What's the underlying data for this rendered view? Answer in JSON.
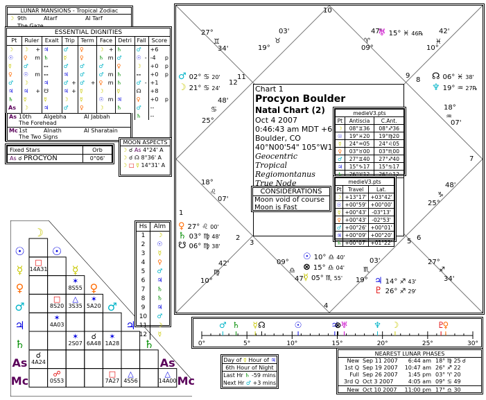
{
  "lunar_mansions": {
    "title": "LUNAR MANSIONS - Tropical Zodiac",
    "moon": {
      "glyph": "☽",
      "number": "9th",
      "name": "Atarf",
      "arabic": "Al Tarf",
      "meaning": "The Gaze"
    },
    "asc": {
      "glyph": "As",
      "number": "10th",
      "name": "Algebha",
      "arabic": "Al Jabbah",
      "meaning": "The Forehead"
    },
    "mc": {
      "glyph": "Mc",
      "number": "1st",
      "name": "Alnath",
      "arabic": "Al Sharatain",
      "meaning": "The Two Signs"
    }
  },
  "essential_dignities": {
    "title": "ESSENTIAL DIGNITIES",
    "headers": [
      "Pt",
      "Ruler",
      "Exalt",
      "Trip",
      "Term",
      "Face",
      "Detri",
      "Fall",
      "Score"
    ],
    "rows": [
      {
        "pt": "☽",
        "pt_c": "c-moon",
        "ruler": "☽",
        "ruler_c": "c-moon",
        "ruler_m": "+",
        "exalt": "♃",
        "exalt_c": "c-jup",
        "exalt_m": "",
        "trip": "♂",
        "trip_c": "c-mars",
        "trip_m": "",
        "term": "♀",
        "term_c": "c-ven",
        "term_m": "",
        "face": "☽",
        "face_c": "c-moon",
        "face_m": "+",
        "detri": "♄",
        "detri_c": "c-sat",
        "fall": "♂",
        "fall_c": "c-mars",
        "fall_m": "",
        "score": "+6",
        "p": ""
      },
      {
        "pt": "☉",
        "pt_c": "c-sun",
        "ruler": "♀",
        "ruler_c": "c-ven",
        "ruler_m": "m",
        "exalt": "♄",
        "exalt_c": "c-sat",
        "exalt_m": "",
        "trip": "☿",
        "trip_c": "c-merc",
        "trip_m": "",
        "term": "♀",
        "term_c": "c-ven",
        "term_m": "",
        "face": "♄",
        "face_c": "c-sat",
        "face_m": "m",
        "detri": "♂",
        "detri_c": "c-mars",
        "fall": "☉",
        "fall_c": "c-sun",
        "fall_m": "-",
        "score": "-4",
        "p": "p"
      },
      {
        "pt": "☿",
        "pt_c": "c-merc",
        "ruler": "♂",
        "ruler_c": "c-mars",
        "ruler_m": "",
        "exalt": "--",
        "exalt_c": "",
        "exalt_m": "",
        "trip": "♂",
        "trip_c": "c-mars",
        "trip_m": "",
        "term": "♂",
        "term_c": "c-mars",
        "term_m": "",
        "face": "♂",
        "face_c": "c-mars",
        "face_m": "",
        "detri": "♀",
        "detri_c": "c-ven",
        "fall": "☽",
        "fall_c": "c-moon",
        "fall_m": "",
        "score": "+0",
        "p": "p"
      },
      {
        "pt": "♀",
        "pt_c": "c-ven",
        "ruler": "☉",
        "ruler_c": "c-sun",
        "ruler_m": "m",
        "exalt": "--",
        "exalt_c": "",
        "exalt_m": "",
        "trip": "♃",
        "trip_c": "c-jup",
        "trip_m": "",
        "term": "♂",
        "term_c": "c-mars",
        "term_m": "",
        "face": "♂",
        "face_c": "c-mars",
        "face_m": "m",
        "detri": "♄",
        "detri_c": "c-sat",
        "fall": "--",
        "fall_c": "",
        "fall_m": "",
        "score": "+0",
        "p": "p"
      },
      {
        "pt": "♂",
        "pt_c": "c-mars",
        "ruler": "☽",
        "ruler_c": "c-moon",
        "ruler_m": "",
        "exalt": "♃",
        "exalt_c": "c-jup",
        "exalt_m": "",
        "trip": "♂",
        "trip_c": "c-mars",
        "trip_m": "+",
        "term": "♂",
        "term_c": "c-mars",
        "term_m": "+",
        "face": "♀",
        "face_c": "c-ven",
        "face_m": "m",
        "detri": "♄",
        "detri_c": "c-sat",
        "fall": "♂",
        "fall_c": "c-mars",
        "fall_m": "-",
        "score": "+1",
        "p": ""
      },
      {
        "pt": "♃",
        "pt_c": "c-jup",
        "ruler": "♃",
        "ruler_c": "c-jup",
        "ruler_m": "+",
        "exalt": "☋",
        "exalt_c": "c-node",
        "exalt_m": "",
        "trip": "♃",
        "trip_c": "c-jup",
        "trip_m": "+",
        "term": "☿",
        "term_c": "c-merc",
        "term_m": "",
        "face": "☽",
        "face_c": "c-moon",
        "face_m": "",
        "detri": "☿",
        "detri_c": "c-merc",
        "fall": "☊",
        "fall_c": "c-node",
        "fall_m": "",
        "score": "+8",
        "p": ""
      },
      {
        "pt": "♄",
        "pt_c": "c-sat",
        "ruler": "☿",
        "ruler_c": "c-merc",
        "ruler_m": "",
        "exalt": "☿",
        "exalt_c": "c-merc",
        "exalt_m": "",
        "trip": "☽",
        "trip_c": "c-moon",
        "trip_m": "",
        "term": "☿",
        "term_c": "c-merc",
        "term_m": "",
        "face": "☉",
        "face_c": "c-sun",
        "face_m": "m",
        "detri": "♃",
        "detri_c": "c-jup",
        "fall": "♀",
        "fall_c": "c-ven",
        "fall_m": "",
        "score": "+0",
        "p": "p"
      },
      {
        "pt": "As",
        "pt_c": "c-asc",
        "ruler": "☽",
        "ruler_c": "c-moon",
        "ruler_m": "",
        "exalt": "♃",
        "exalt_c": "c-jup",
        "exalt_m": "",
        "trip": "♂",
        "trip_c": "c-mars",
        "trip_m": "",
        "term": "♀",
        "term_c": "c-ven",
        "term_m": "",
        "face": "☽",
        "face_c": "c-moon",
        "face_m": "",
        "detri": "♄",
        "detri_c": "c-sat",
        "fall": "♂",
        "fall_c": "c-mars",
        "fall_m": "",
        "score": "--",
        "p": ""
      },
      {
        "pt": "Mc",
        "pt_c": "c-asc",
        "ruler": "♂",
        "ruler_c": "c-mars",
        "ruler_m": "",
        "exalt": "☉",
        "exalt_c": "c-sun",
        "exalt_m": "",
        "trip": "♃",
        "trip_c": "c-jup",
        "trip_m": "",
        "term": "♀",
        "term_c": "c-ven",
        "term_m": "",
        "face": "♂",
        "face_c": "c-mars",
        "face_m": "",
        "detri": "♀",
        "detri_c": "c-ven",
        "fall": "♄",
        "fall_c": "c-sat",
        "fall_m": "",
        "score": "--",
        "p": ""
      }
    ]
  },
  "fixed_stars": {
    "headers": [
      "Fixed Stars",
      "Orb"
    ],
    "rows": [
      {
        "point": "As",
        "aspect": "☌",
        "star": "PROCYON",
        "orb": "0°06'"
      }
    ]
  },
  "moon_aspects": {
    "title": "MOON ASPECTS",
    "rows": [
      {
        "p1": "☽",
        "asp": "☌",
        "asp_c": "",
        "p2": "As",
        "p2_c": "c-asc",
        "orb": "4°24' A"
      },
      {
        "p1": "☽",
        "asp": "☌",
        "asp_c": "",
        "p2": "☊",
        "p2_c": "c-node",
        "orb": "8°36' A"
      },
      {
        "p1": "☽",
        "asp": "□",
        "asp_c": "c-red",
        "p2": "☿",
        "p2_c": "c-merc",
        "orb": "14°31' A"
      }
    ]
  },
  "chart": {
    "label": "Chart 1",
    "name": "Procyon Boulder",
    "type": "Natal Chart (2)",
    "date": "Oct 4 2007",
    "time": "0:46:43 am  MDT +6:00",
    "place": "Boulder, CO",
    "coords": "40°N00'54\" 105°W16'12",
    "options": [
      "Geocentric",
      "Tropical",
      "Regiomontanus",
      "True Node"
    ],
    "houses": [
      "1",
      "2",
      "3",
      "4",
      "5",
      "6",
      "7",
      "8",
      "9",
      "10",
      "11",
      "12"
    ],
    "cusps": [
      {
        "deg": "27°",
        "sign": "♊",
        "min": "34'"
      },
      {
        "deg": "19°",
        "sign": "♉",
        "min": "03'"
      },
      {
        "deg": "09°",
        "sign": "♈",
        "min": "47'"
      },
      {
        "deg": "10°",
        "sign": "♓",
        "min": "42'"
      },
      {
        "deg": "25°",
        "sign": "♋",
        "min": "48'"
      },
      {
        "deg": "18°",
        "sign": "♌",
        "min": "07'"
      },
      {
        "deg": "18°",
        "sign": "♒",
        "min": "07'"
      },
      {
        "deg": "25°",
        "sign": "♑",
        "min": "48'"
      },
      {
        "deg": "10°",
        "sign": "♍",
        "min": "42'"
      },
      {
        "deg": "09°",
        "sign": "♎",
        "min": "47'"
      },
      {
        "deg": "19°",
        "sign": "♏",
        "min": "03'"
      },
      {
        "deg": "27°",
        "sign": "♐",
        "min": "34'"
      }
    ],
    "planets": [
      {
        "glyph": "♅",
        "c": "c-ura",
        "deg": "15°",
        "sign": "♓",
        "min": "46℞"
      },
      {
        "glyph": "♂",
        "c": "c-mars",
        "deg": "02°",
        "sign": "♋",
        "min": "20'"
      },
      {
        "glyph": "☽",
        "c": "c-moon",
        "deg": "21°",
        "sign": "♋",
        "min": "24'"
      },
      {
        "glyph": "☊",
        "c": "c-node",
        "deg": "06°",
        "sign": "♓",
        "min": "38'"
      },
      {
        "glyph": "♆",
        "c": "c-nep",
        "deg": "19°",
        "sign": "♒",
        "min": "27℞"
      },
      {
        "glyph": "♀",
        "c": "c-ven",
        "deg": "27°",
        "sign": "♌",
        "min": "00'"
      },
      {
        "glyph": "♄",
        "c": "c-sat",
        "deg": "03°",
        "sign": "♍",
        "min": "48'"
      },
      {
        "glyph": "☋",
        "c": "c-node",
        "deg": "06°",
        "sign": "♍",
        "min": "38'"
      },
      {
        "glyph": "☉",
        "c": "c-sun",
        "deg": "10°",
        "sign": "♎",
        "min": "40'"
      },
      {
        "glyph": "⊗",
        "c": "c-node",
        "deg": "15°",
        "sign": "♎",
        "min": "04'"
      },
      {
        "glyph": "☿",
        "c": "c-merc",
        "deg": "05°",
        "sign": "♏",
        "min": "55'"
      },
      {
        "glyph": "♃",
        "c": "c-jup",
        "deg": "14°",
        "sign": "♐",
        "min": "43'"
      },
      {
        "glyph": "♇",
        "c": "c-plu",
        "deg": "26°",
        "sign": "♐",
        "min": "29'"
      }
    ]
  },
  "antiscia": {
    "title": "medieV3.pts",
    "headers": [
      "Pt",
      "Antiscia",
      "C.Ant."
    ],
    "rows": [
      {
        "pt": "☽",
        "c": "c-moon",
        "a": "08°♊36",
        "ca": "08°♐36"
      },
      {
        "pt": "☉",
        "c": "c-sun",
        "a": "19°♓20",
        "ca": "19°♍20"
      },
      {
        "pt": "☿",
        "c": "c-merc",
        "a": "24°♒05",
        "ca": "24°♌05"
      },
      {
        "pt": "♀",
        "c": "c-ven",
        "a": "03°♉00",
        "ca": "03°♏00"
      },
      {
        "pt": "♂",
        "c": "c-mars",
        "a": "27°♊40",
        "ca": "27°♐40"
      },
      {
        "pt": "♃",
        "c": "c-jup",
        "a": "15°♑17",
        "ca": "15°♋17"
      },
      {
        "pt": "♄",
        "c": "c-sat",
        "a": "26°♈12",
        "ca": "26°♎12"
      }
    ]
  },
  "travel": {
    "title": "medieV3.pts",
    "headers": [
      "Pt",
      "Travel",
      "Lat."
    ],
    "rows": [
      {
        "pt": "☽",
        "c": "c-moon",
        "t": "+13°17'",
        "l": "+03°42'"
      },
      {
        "pt": "☉",
        "c": "c-sun",
        "t": "+00°59'",
        "l": "+00°00'"
      },
      {
        "pt": "☿",
        "c": "c-merc",
        "t": "+00°43'",
        "l": "-03°13'"
      },
      {
        "pt": "♀",
        "c": "c-ven",
        "t": "+00°43'",
        "l": "-02°53'"
      },
      {
        "pt": "♂",
        "c": "c-mars",
        "t": "+00°26'",
        "l": "+00°01'"
      },
      {
        "pt": "♃",
        "c": "c-jup",
        "t": "+00°09'",
        "l": "+00°20'"
      },
      {
        "pt": "♄",
        "c": "c-sat",
        "t": "+00°07'",
        "l": "+01°22'"
      }
    ]
  },
  "considerations": {
    "title": "CONSIDERATIONS",
    "items": [
      "Moon void of course",
      "Moon is Fast"
    ]
  },
  "aspect_grid": {
    "planets": [
      {
        "g": "☽",
        "c": "c-moon"
      },
      {
        "g": "☉",
        "c": "c-sun"
      },
      {
        "g": "☿",
        "c": "c-merc"
      },
      {
        "g": "♀",
        "c": "c-ven"
      },
      {
        "g": "♂",
        "c": "c-mars"
      },
      {
        "g": "♃",
        "c": "c-jup"
      },
      {
        "g": "♄",
        "c": "c-sat"
      },
      {
        "g": "As",
        "c": "c-asc"
      },
      {
        "g": "Mc",
        "c": "c-asc"
      }
    ],
    "cells": [
      {
        "row": 2,
        "col": 1,
        "asp": "□",
        "c": "c-red",
        "orb": "14A31"
      },
      {
        "row": 3,
        "col": 3,
        "asp": "✶",
        "c": "c-sun",
        "orb": "8S55"
      },
      {
        "row": 4,
        "col": 2,
        "asp": "□",
        "c": "c-red",
        "orb": "8S20"
      },
      {
        "row": 4,
        "col": 3,
        "asp": "△",
        "c": "c-sun",
        "orb": "3S35"
      },
      {
        "row": 4,
        "col": 4,
        "asp": "✶",
        "c": "c-sun",
        "orb": "5A20"
      },
      {
        "row": 5,
        "col": 2,
        "asp": "✶",
        "c": "c-sun",
        "orb": "4A03"
      },
      {
        "row": 6,
        "col": 3,
        "asp": "✶",
        "c": "c-sun",
        "orb": "2S07"
      },
      {
        "row": 6,
        "col": 4,
        "asp": "☌",
        "c": "",
        "orb": "6A48"
      },
      {
        "row": 6,
        "col": 5,
        "asp": "✶",
        "c": "c-sun",
        "orb": "1A28"
      },
      {
        "row": 7,
        "col": 1,
        "asp": "☌",
        "c": "",
        "orb": "4A24"
      },
      {
        "row": 8,
        "col": 2,
        "asp": "☍",
        "c": "c-red",
        "orb": "0S53"
      },
      {
        "row": 8,
        "col": 5,
        "asp": "□",
        "c": "c-red",
        "orb": "7A27"
      },
      {
        "row": 8,
        "col": 6,
        "asp": "△",
        "c": "c-sun",
        "orb": "4S56"
      },
      {
        "row": 8,
        "col": 8,
        "asp": "△",
        "c": "c-sun",
        "orb": "14A00"
      }
    ]
  },
  "almutens": {
    "headers": [
      "Hs",
      "Alm"
    ],
    "rows": [
      {
        "h": "1",
        "g": "☽",
        "c": "c-moon"
      },
      {
        "h": "2",
        "g": "☉",
        "c": "c-sun"
      },
      {
        "h": "3",
        "g": "☿",
        "c": "c-merc"
      },
      {
        "h": "4",
        "g": "♀",
        "c": "c-ven"
      },
      {
        "h": "5",
        "g": "♂",
        "c": "c-mars"
      },
      {
        "h": "6",
        "g": "♃",
        "c": "c-jup"
      },
      {
        "h": "7",
        "g": "♄",
        "c": "c-sat"
      },
      {
        "h": "8",
        "g": "♄",
        "c": "c-sat"
      },
      {
        "h": "9",
        "g": "♃",
        "c": "c-jup"
      },
      {
        "h": "10",
        "g": "♂",
        "c": "c-mars"
      },
      {
        "h": "11",
        "g": "☽",
        "c": "c-moon"
      },
      {
        "h": "12",
        "g": "☿",
        "c": "c-merc"
      }
    ]
  },
  "ruler": {
    "ticks": [
      "0°",
      "5°",
      "10°",
      "15°",
      "20°",
      "25°",
      "30°"
    ],
    "max": 30,
    "planets": [
      {
        "g": "♂",
        "c": "#00b4c8",
        "deg": 2.33
      },
      {
        "g": "♄",
        "c": "#008c00",
        "deg": 3.8
      },
      {
        "g": "☿",
        "c": "#c8c800",
        "deg": 5.92
      },
      {
        "g": "☊",
        "c": "#000000",
        "deg": 6.63
      },
      {
        "g": "☉",
        "c": "#0000e0",
        "deg": 10.67
      },
      {
        "g": "♃",
        "c": "#0000e0",
        "deg": 14.72
      },
      {
        "g": "⊗",
        "c": "#000000",
        "deg": 15.07
      },
      {
        "g": "♅",
        "c": "#c800c8",
        "deg": 15.77
      },
      {
        "g": "♆",
        "c": "#00b4c8",
        "deg": 19.45
      },
      {
        "g": "☽",
        "c": "#c8c800",
        "deg": 21.4
      },
      {
        "g": "♇",
        "c": "#e00000",
        "deg": 26.48
      },
      {
        "g": "♀",
        "c": "#ff6a00",
        "deg": 27.0
      }
    ]
  },
  "planetary_hours": {
    "day_of": "Day of",
    "day_planet": "☿",
    "hour_of": "Hour of",
    "hour_planet": "♃",
    "hour_name": "6th Hour of Night",
    "last_label": "Last Hr",
    "last_planet": "♄",
    "last_value": "-59 mins",
    "next_label": "Next Hr",
    "next_planet": "♂",
    "next_value": "+3 mins"
  },
  "lunar_phases": {
    "title": "NEAREST LUNAR PHASES",
    "rows": [
      {
        "phase": "New",
        "date": "Sep 11 2007",
        "time": "6:44 am",
        "pos": "18° ♍ 25",
        "mark": "☌"
      },
      {
        "phase": "1st Q",
        "date": "Sep 19 2007",
        "time": "10:47 am",
        "pos": "26° ♐ 22",
        "mark": ""
      },
      {
        "phase": "Full",
        "date": "Sep 26 2007",
        "time": "1:45 pm",
        "pos": "03° ♈ 20",
        "mark": ""
      },
      {
        "phase": "3rd Q",
        "date": "Oct 3 2007",
        "time": "4:05 am",
        "pos": "09° ♋ 49",
        "mark": ""
      },
      {
        "phase": "New",
        "date": "Oct 10 2007",
        "time": "11:00 pm",
        "pos": "17° ♎ 30",
        "mark": ""
      }
    ]
  }
}
